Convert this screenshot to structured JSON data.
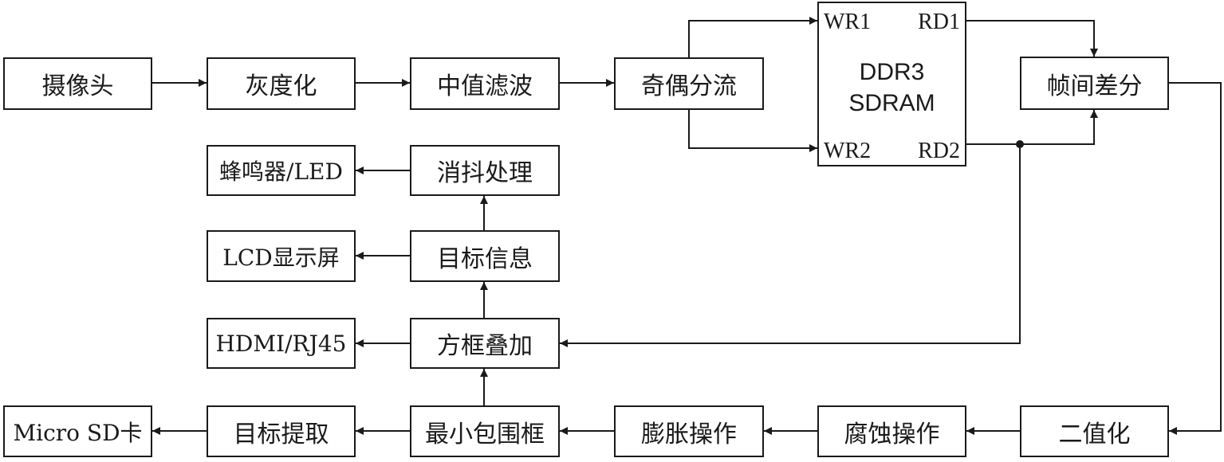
{
  "blocks": {
    "camera": "摄像头",
    "grayscale": "灰度化",
    "median_filter": "中值滤波",
    "odd_even_split": "奇偶分流",
    "frame_difference": "帧间差分",
    "buzzer_led": "蜂鸣器/LED",
    "debounce": "消抖处理",
    "lcd_display": "LCD显示屏",
    "target_info": "目标信息",
    "hdmi_rj45": "HDMI/RJ45",
    "box_overlay": "方框叠加",
    "microsd": "Micro SD卡",
    "target_extract": "目标提取",
    "min_bounding_box": "最小包围框",
    "dilation": "膨胀操作",
    "erosion": "腐蚀操作",
    "binarization": "二值化"
  },
  "ddr": {
    "title_line1": "DDR3",
    "title_line2": "SDRAM",
    "wr1": "WR1",
    "rd1": "RD1",
    "wr2": "WR2",
    "rd2": "RD2"
  },
  "colors": {
    "line": "#1a1a1a",
    "background": "#ffffff"
  }
}
